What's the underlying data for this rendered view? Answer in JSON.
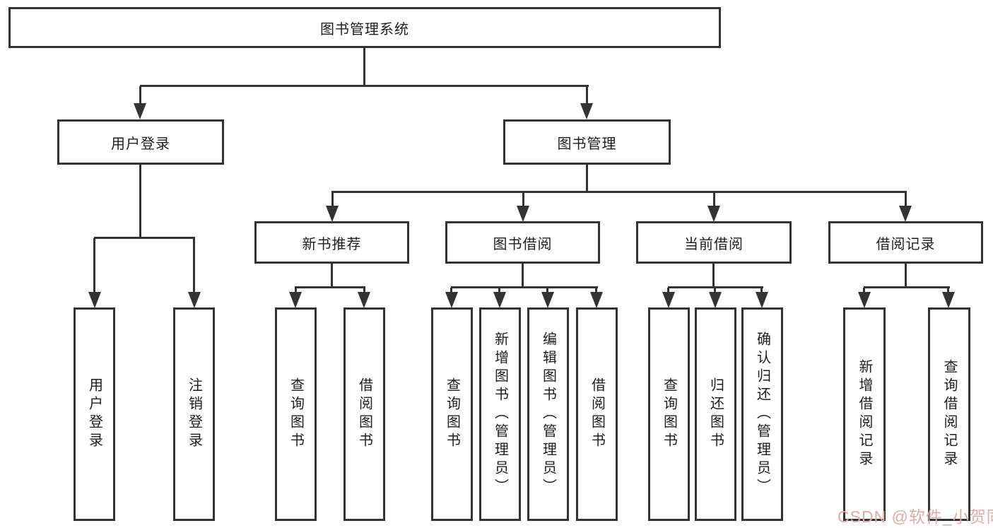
{
  "diagram_title": "图书管理系统",
  "tree": {
    "label": "图书管理系统",
    "children": [
      {
        "label": "用户登录",
        "children": [
          {
            "label": "用户登录"
          },
          {
            "label": "注销登录"
          }
        ]
      },
      {
        "label": "图书管理",
        "children": [
          {
            "label": "新书推荐",
            "children": [
              {
                "label": "查询图书"
              },
              {
                "label": "借阅图书"
              }
            ]
          },
          {
            "label": "图书借阅",
            "children": [
              {
                "label": "查询图书"
              },
              {
                "label": "新增图书（管理员）"
              },
              {
                "label": "编辑图书（管理员）"
              },
              {
                "label": "借阅图书"
              }
            ]
          },
          {
            "label": "当前借阅",
            "children": [
              {
                "label": "查询图书"
              },
              {
                "label": "归还图书"
              },
              {
                "label": "确认归还（管理员）"
              }
            ]
          },
          {
            "label": "借阅记录",
            "children": [
              {
                "label": "新增借阅记录"
              },
              {
                "label": "查询借阅记录"
              }
            ]
          }
        ]
      }
    ]
  },
  "watermark": {
    "text": "CSDN @软件_小贺同学"
  },
  "colors": {
    "line": "#333333",
    "text": "#1d1d1d",
    "watermark": "#e0aba5",
    "background": "#ffffff"
  }
}
